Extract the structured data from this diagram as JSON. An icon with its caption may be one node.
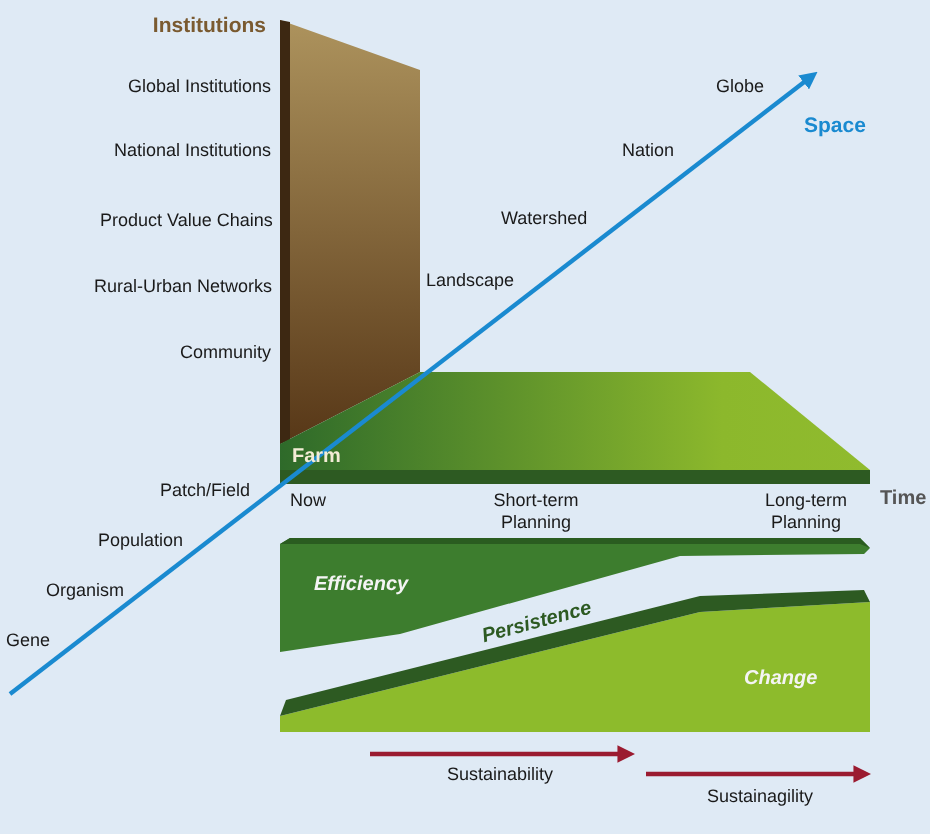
{
  "diagram": {
    "nodes": [
      {
        "text": [
          "Institutions"
        ]
      },
      {
        "text": [
          "Farm"
        ]
      },
      {
        "text": [
          "Efficiency"
        ]
      },
      {
        "text": [
          "Change"
        ]
      }
    ],
    "labels": [
      "Global Institutions",
      "National Institutions",
      "Product Value Chains",
      "Rural-Urban Networks",
      "Community",
      "Globe",
      "Space",
      "Nation",
      "Watershed",
      "Landscape",
      "Patch/Field",
      "Now",
      "Short-term Planning",
      "Long-term Planning",
      "Time",
      "Population",
      "Organism",
      "Persistence",
      "Gene",
      "Sustainability",
      "Sustainagility"
    ]
  }
}
